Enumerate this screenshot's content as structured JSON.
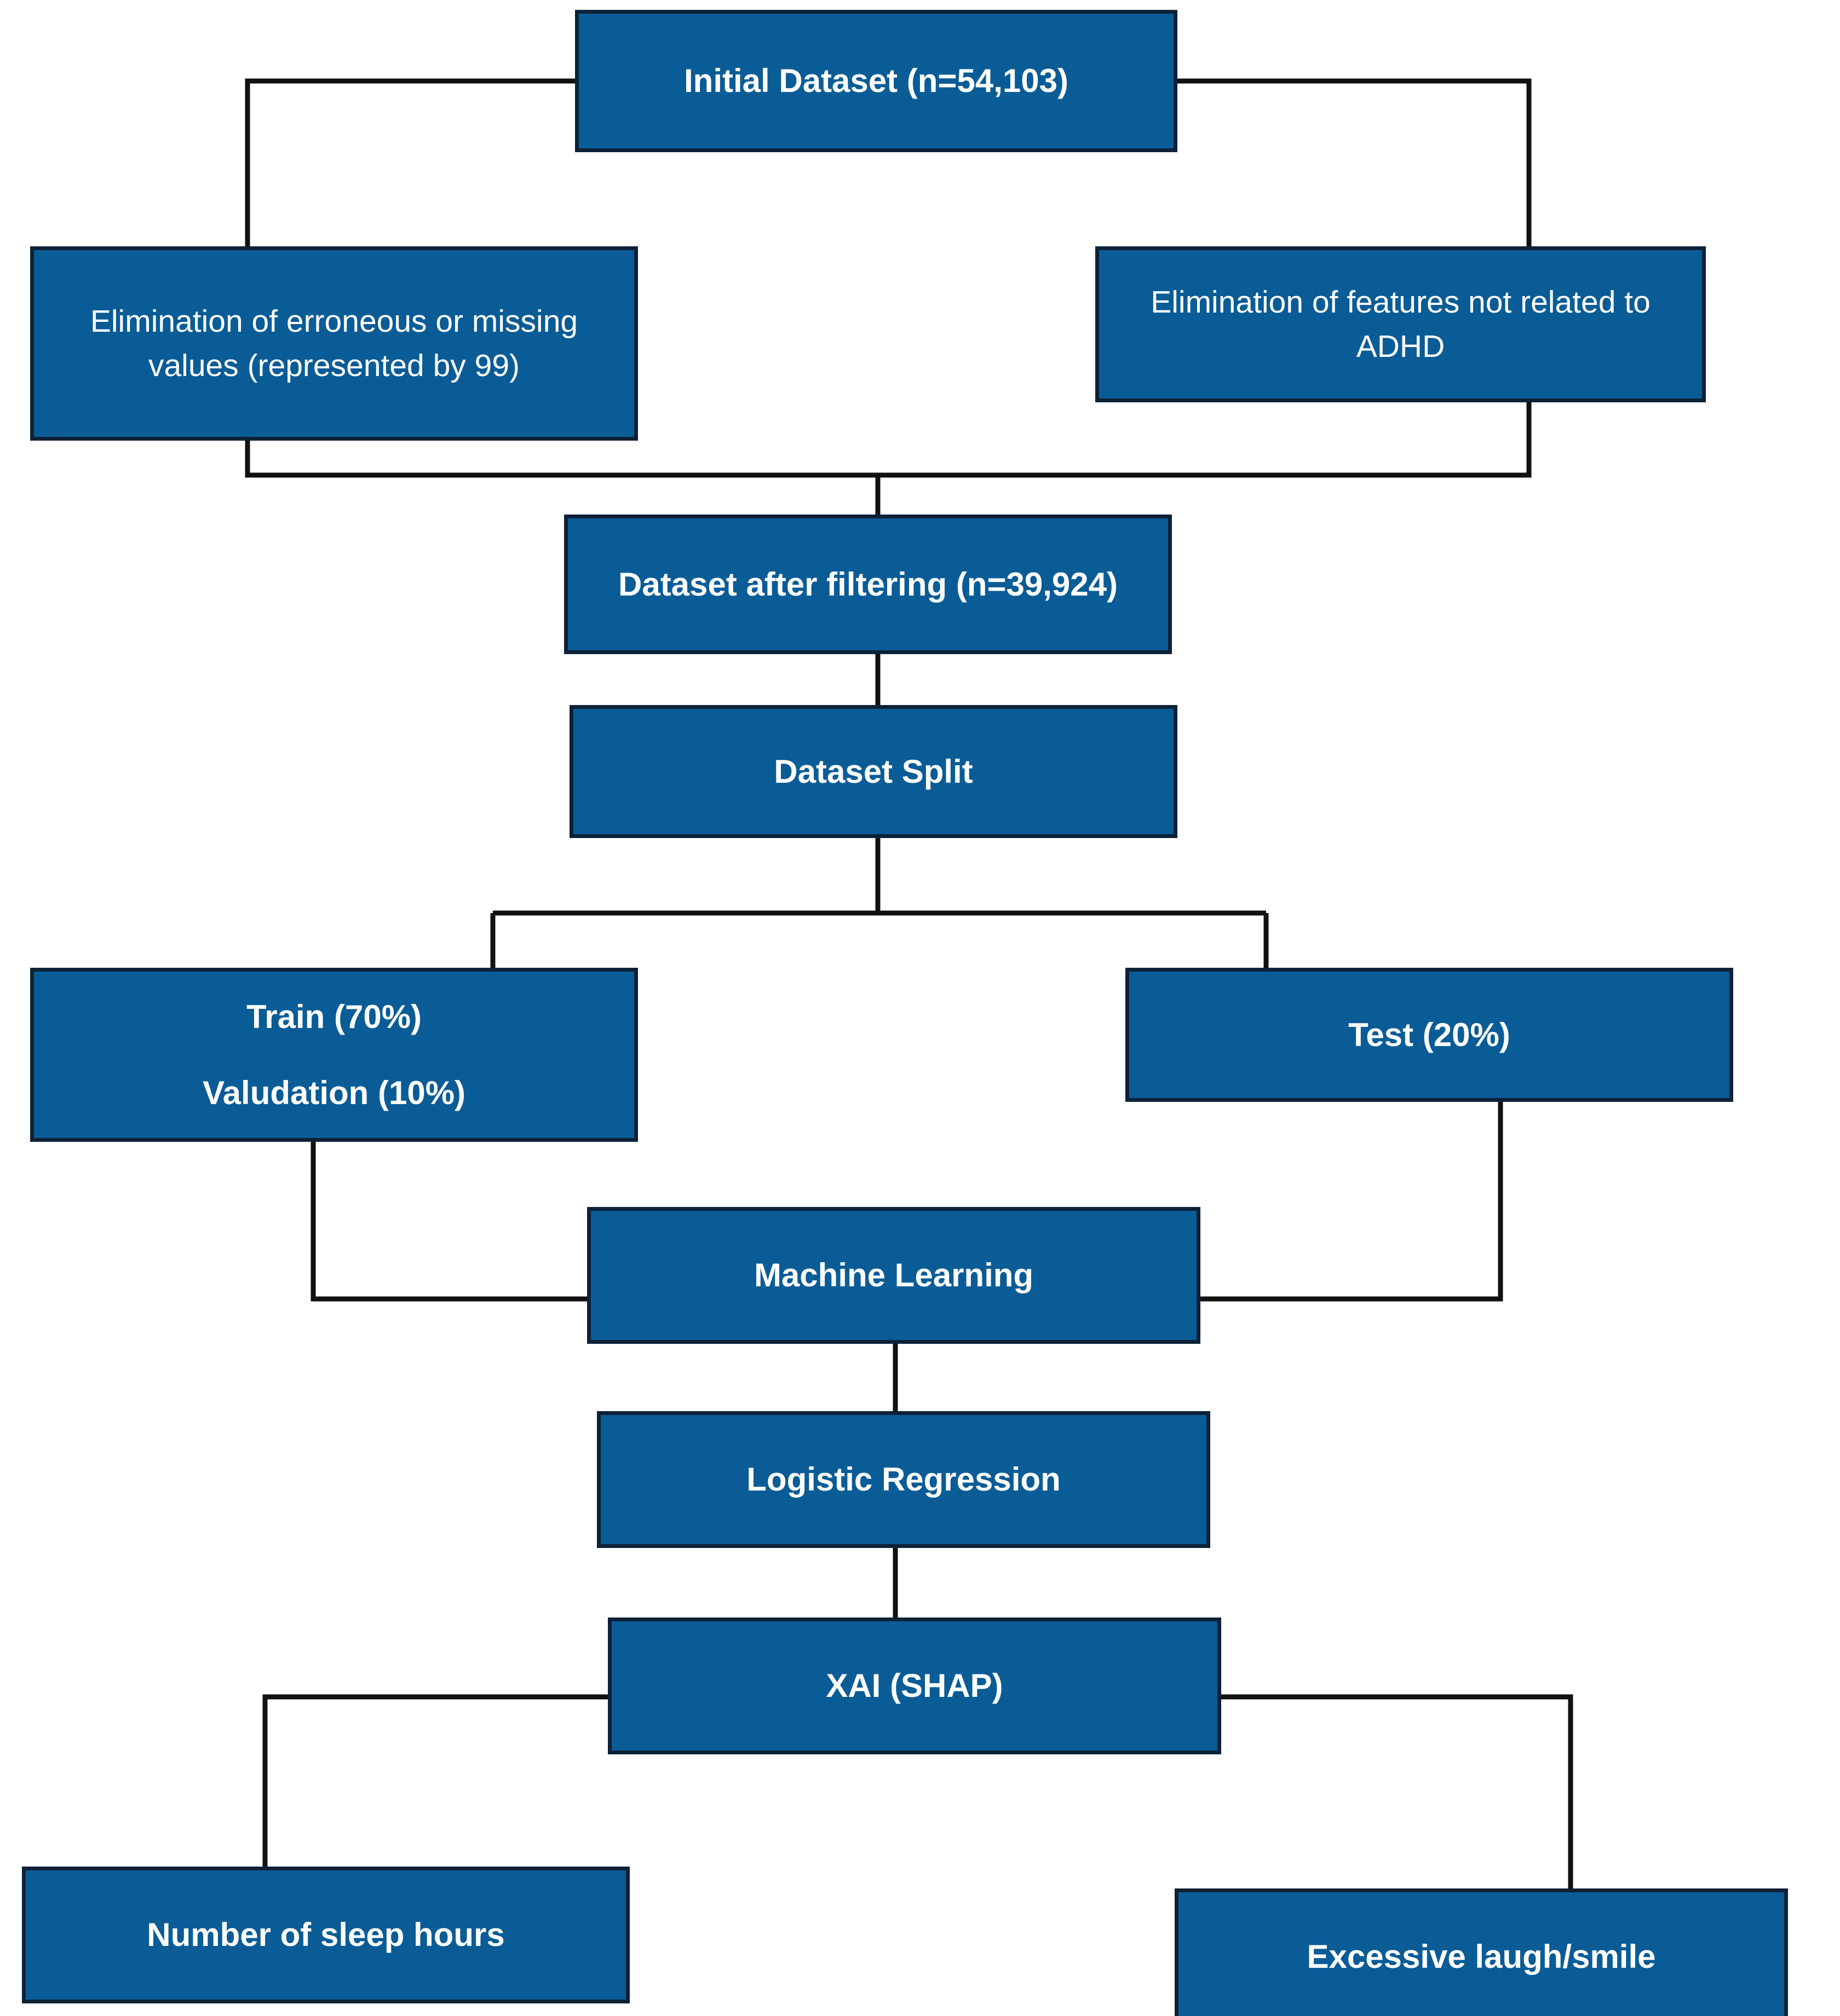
{
  "diagram": {
    "title": "ADHD machine learning pipeline flowchart",
    "palette": {
      "node_fill": "#0a5c96",
      "node_border": "#0d2137",
      "node_text": "#ffffff",
      "edge_stroke": "#111111",
      "background": "#ffffff"
    },
    "nodes": [
      {
        "id": "initial-dataset",
        "lines": [
          "Initial Dataset (n=54,103)"
        ],
        "bold": true
      },
      {
        "id": "elimination-erroneous",
        "lines": [
          "Elimination of erroneous or missing values (represented by 99)"
        ],
        "bold": false
      },
      {
        "id": "elimination-features",
        "lines": [
          "Elimination of features not related to ADHD"
        ],
        "bold": false
      },
      {
        "id": "dataset-filtered",
        "lines": [
          "Dataset after filtering (n=39,924)"
        ],
        "bold": true
      },
      {
        "id": "dataset-split",
        "lines": [
          "Dataset Split"
        ],
        "bold": true
      },
      {
        "id": "train-validation",
        "lines": [
          "Train (70%)",
          "Valudation (10%)"
        ],
        "bold": true
      },
      {
        "id": "test",
        "lines": [
          "Test (20%)"
        ],
        "bold": true
      },
      {
        "id": "machine-learning",
        "lines": [
          "Machine Learning"
        ],
        "bold": true
      },
      {
        "id": "logistic-regression",
        "lines": [
          "Logistic Regression"
        ],
        "bold": true
      },
      {
        "id": "xai-shap",
        "lines": [
          "XAI (SHAP)"
        ],
        "bold": true
      },
      {
        "id": "sleep-hours",
        "lines": [
          "Number of sleep hours"
        ],
        "bold": true
      },
      {
        "id": "excessive-laugh",
        "lines": [
          "Excessive laugh/smile"
        ],
        "bold": true
      }
    ]
  }
}
